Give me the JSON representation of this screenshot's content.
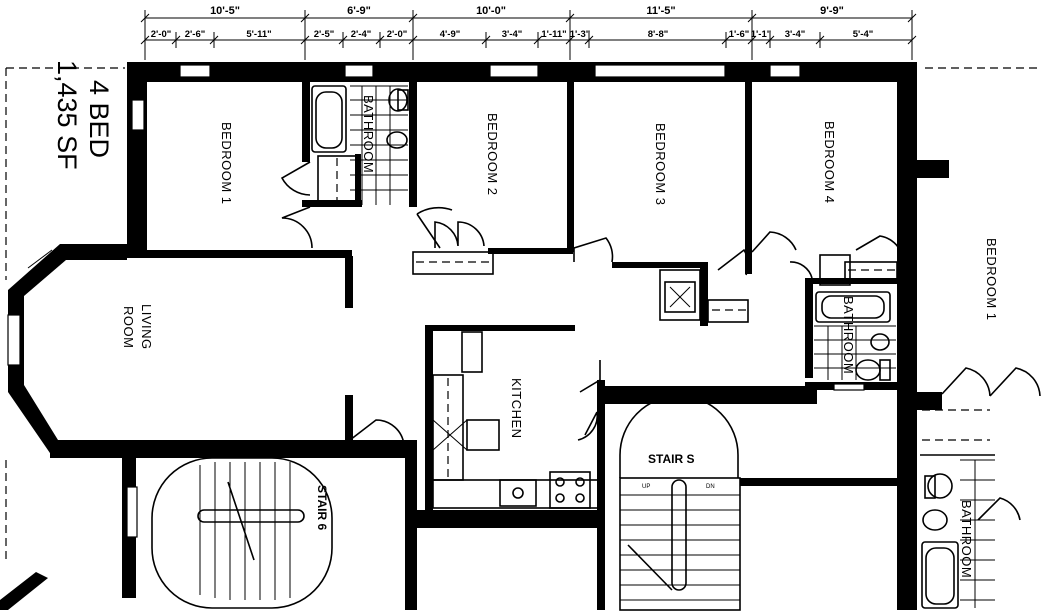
{
  "unit": {
    "beds": "4 BED",
    "area": "1,435 SF"
  },
  "dimensions": {
    "overall": [
      "10'-5\"",
      "6'-9\"",
      "10'-0\"",
      "11'-5\"",
      "9'-9\""
    ],
    "segments": [
      "2'-0\"",
      "2'-6\"",
      "5'-11\"",
      "2'-5\"",
      "2'-4\"",
      "2'-0\"",
      "4'-9\"",
      "3'-4\"",
      "1'-11\"",
      "1'-3\"",
      "8'-8\"",
      "1'-6\"",
      "1'-1\"",
      "3'-4\"",
      "5'-4\""
    ]
  },
  "rooms": {
    "bedroom1": "BEDROOM 1",
    "bathroom_a": "BATHROOM",
    "bedroom2": "BEDROOM 2",
    "bedroom3": "BEDROOM 3",
    "bedroom4": "BEDROOM 4",
    "bedroom1_adjacent": "BEDROOM 1",
    "living": [
      "LIVING",
      "ROOM"
    ],
    "kitchen": "KITCHEN",
    "bathroom_b": "BATHROOM",
    "bathroom_c": "BATHROOM"
  },
  "stairs": {
    "west": "STAIR 6",
    "east": "STAIR S"
  },
  "stair_marks": {
    "up": "UP",
    "down": "DN"
  }
}
